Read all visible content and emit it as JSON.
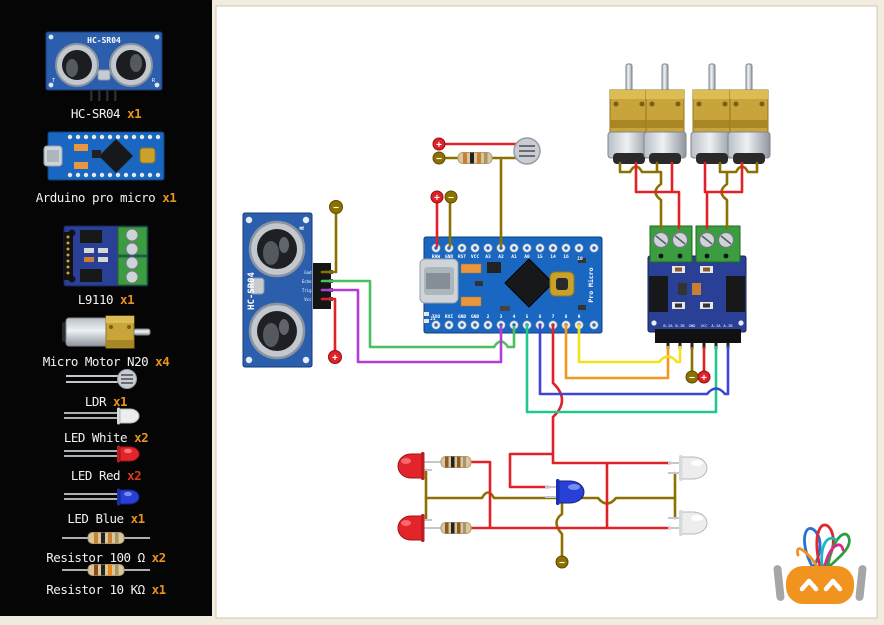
{
  "sidebar": {
    "items": [
      {
        "label": "HC-SR04",
        "count": "x1"
      },
      {
        "label": "Arduino pro micro",
        "count": "x1"
      },
      {
        "label": "L9110",
        "count": "x1"
      },
      {
        "label": "Micro Motor N20",
        "count": "x4"
      },
      {
        "label": "LDR",
        "count": "x1"
      },
      {
        "label": "LED White",
        "count": "x2"
      },
      {
        "label": "LED Red",
        "count": "x2"
      },
      {
        "label": "LED Blue",
        "count": "x1"
      },
      {
        "label": "Resistor 100 Ω",
        "count": "x2"
      },
      {
        "label": "Resistor 10 KΩ",
        "count": "x1"
      }
    ]
  },
  "canvas": {
    "hcsr04": {
      "title": "HC-SR04",
      "corner": "R",
      "pins": [
        "Gnd",
        "Echo",
        "Trig",
        "Vcc"
      ]
    },
    "arduino": {
      "top_pins": [
        "RAW",
        "GND",
        "RST",
        "VCC",
        "A3",
        "A2",
        "A1",
        "A0",
        "15",
        "14",
        "16",
        "10"
      ],
      "bottom_pins": [
        "TXO",
        "RXI",
        "GND",
        "GND",
        "2",
        "3",
        "4",
        "5",
        "6",
        "7",
        "8",
        "9"
      ],
      "j1": "J1",
      "side_label": "Pro Micro"
    },
    "driver": {
      "pins": [
        "B-IA",
        "B-IB",
        "GND",
        "VCC",
        "A-IA",
        "A-IB"
      ]
    },
    "power": {
      "plus": "+",
      "minus": "−"
    }
  },
  "colors": {
    "ground": "#8c7000",
    "red": "#e02128",
    "green": "#4cc05e",
    "teal": "#22c78e",
    "purple": "#b13dd6",
    "blue": "#4145d4",
    "orange": "#f2981d",
    "yellow": "#f2e11c",
    "count_orange": "#e8931c",
    "count_red": "#d63b24",
    "board_blue": "#1a67c2",
    "canvas_bg": "#ffffff",
    "outer_bg": "#f2ecdf",
    "sidebar_bg": "#050505"
  }
}
